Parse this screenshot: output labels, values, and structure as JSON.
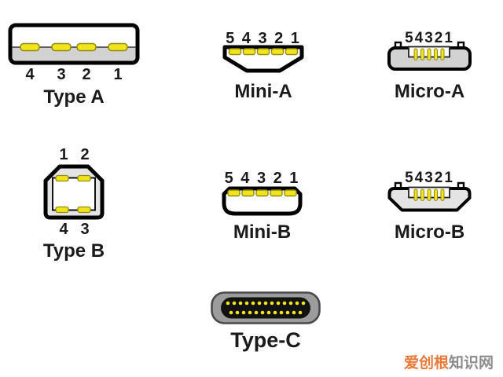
{
  "diagram": {
    "connectors": {
      "type_a": {
        "label": "Type A",
        "pins": [
          "4",
          "3",
          "2",
          "1"
        ]
      },
      "mini_a": {
        "label": "Mini-A",
        "pin_numbers": "5 4 3 2 1"
      },
      "micro_a": {
        "label": "Micro-A",
        "pin_numbers": "54321"
      },
      "type_b": {
        "label": "Type B",
        "pins_top": [
          "1",
          "2"
        ],
        "pins_bottom": [
          "4",
          "3"
        ]
      },
      "mini_b": {
        "label": "Mini-B",
        "pin_numbers": "5 4 3 2 1"
      },
      "micro_b": {
        "label": "Micro-B",
        "pin_numbers": "54321"
      },
      "type_c": {
        "label": "Type-C"
      }
    },
    "colors": {
      "pin_yellow": "#f2e41c",
      "pin_border": "#8f8a12",
      "connector_gray": "#d2d2d2",
      "connector_light": "#e4e4e4",
      "typec_shell": "#9c9c9c",
      "typec_edge": "#4a4a4a",
      "typec_inner": "#121212",
      "outline": "#000000"
    }
  },
  "watermark": {
    "brand": "爱创根",
    "suffix": "知识网",
    "brand_color": "#e87a3a",
    "suffix_color": "#8c8c8c"
  }
}
